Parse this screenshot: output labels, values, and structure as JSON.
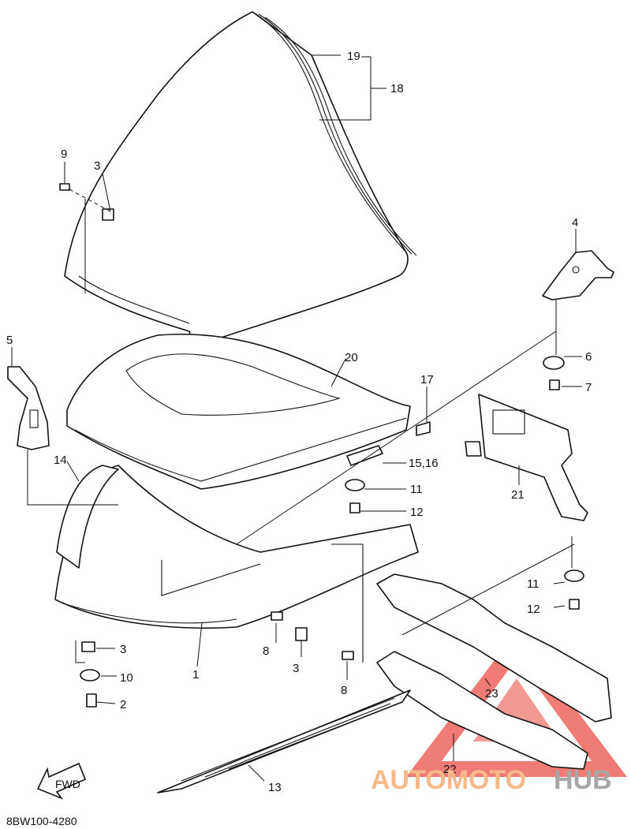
{
  "diagram_code": "8BW100-4280",
  "fwd_label": "FWD",
  "watermark": {
    "part1": "AUTOMOTO",
    "part2": "HUB",
    "color_primary": "#e8463a",
    "color_secondary": "#9a9a9a"
  },
  "callouts": {
    "c1": "1",
    "c2": "2",
    "c3a": "3",
    "c3b": "3",
    "c3c": "3",
    "c4": "4",
    "c5": "5",
    "c6": "6",
    "c7": "7",
    "c8a": "8",
    "c8b": "8",
    "c9": "9",
    "c10": "10",
    "c11a": "11",
    "c11b": "11",
    "c12a": "12",
    "c12b": "12",
    "c13": "13",
    "c14": "14",
    "c1516": "15,16",
    "c17": "17",
    "c18": "18",
    "c19": "19",
    "c20": "20",
    "c21": "21",
    "c22": "22",
    "c23": "23"
  }
}
